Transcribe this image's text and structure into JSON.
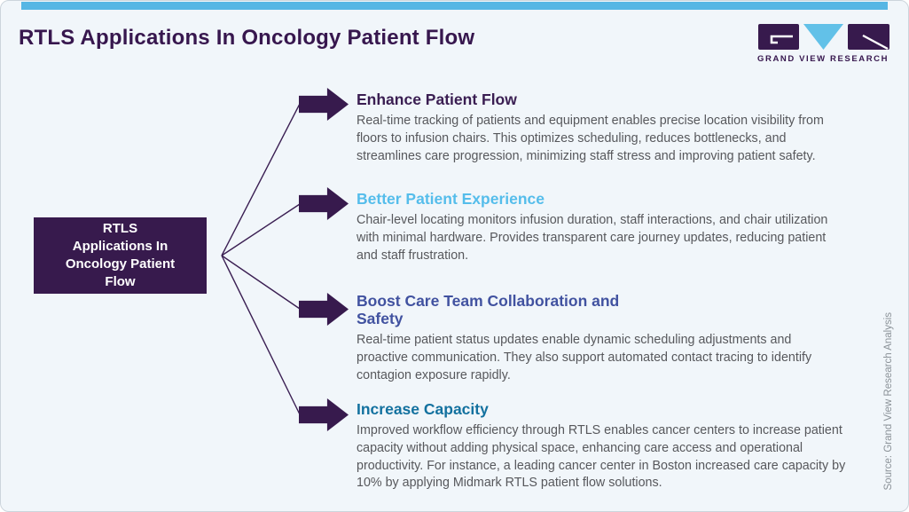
{
  "header": {
    "title": "RTLS Applications In Oncology Patient Flow",
    "logo_text": "GRAND VIEW RESEARCH"
  },
  "colors": {
    "top_bar": "#56b6e4",
    "card_background": "#f1f6fa",
    "primary_purple": "#371a4d",
    "logo_blue": "#62c1e8",
    "title_text": "#37174e",
    "body_text": "#57585c",
    "source_text": "#8b9298",
    "connector_line": "#3a1e52"
  },
  "center_node": {
    "lines": [
      "RTLS",
      "Applications In",
      "Oncology Patient",
      "Flow"
    ]
  },
  "sections": [
    {
      "heading": "Enhance Patient Flow",
      "heading_color": "#3a1e52",
      "body": "Real-time tracking of patients and equipment enables precise location visibility from floors to infusion chairs. This optimizes scheduling, reduces bottlenecks, and streamlines care progression, minimizing staff stress and improving patient safety."
    },
    {
      "heading": "Better Patient Experience",
      "heading_color": "#55bdeb",
      "body": "Chair-level locating monitors infusion duration, staff interactions, and chair utilization with minimal hardware. Provides transparent care journey updates, reducing patient and staff frustration."
    },
    {
      "heading": "Boost Care Team Collaboration and Safety",
      "heading_color": "#4152a0",
      "body": "Real-time patient status updates enable dynamic scheduling adjustments and proactive communication. They also support automated contact tracing to identify contagion exposure rapidly."
    },
    {
      "heading": "Increase Capacity",
      "heading_color": "#13719f",
      "body": "Improved workflow efficiency through RTLS enables cancer centers to increase patient capacity without adding physical space, enhancing care access and operational productivity. For instance, a leading cancer center in Boston increased care capacity by 10% by applying Midmark RTLS patient flow solutions."
    }
  ],
  "source_note": "Source: Grand View Research Analysis"
}
